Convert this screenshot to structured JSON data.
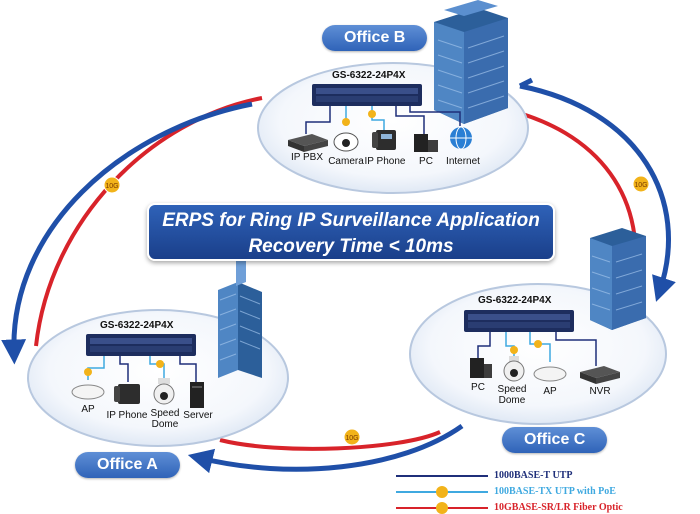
{
  "title": {
    "line1": "ERPS for Ring IP Surveillance Application",
    "line2": "Recovery Time < 10ms"
  },
  "offices": {
    "a": "Office A",
    "b": "Office B",
    "c": "Office C"
  },
  "switch_model": "GS-6322-24P4X",
  "link_badge": "10G",
  "devices": {
    "office_b": [
      "IP PBX",
      "Camera",
      "IP Phone",
      "PC",
      "Internet"
    ],
    "office_a": [
      "AP",
      "IP Phone",
      "Speed\nDome",
      "Server"
    ],
    "office_c": [
      "PC",
      "Speed\nDome",
      "AP",
      "NVR"
    ]
  },
  "legend": [
    {
      "label": "1000BASE-T UTP",
      "color": "#1f2f7a",
      "badge": false
    },
    {
      "label": "100BASE-TX UTP with PoE",
      "color": "#3fa9e0",
      "badge": true
    },
    {
      "label": "10GBASE-SR/LR Fiber Optic",
      "color": "#d8232a",
      "badge": true
    }
  ],
  "colors": {
    "office_label": "#2f63b8",
    "title_box": "#1f4a9e",
    "ring_blue": "#1f4fa8",
    "ring_red": "#d8232a",
    "copper": "#1f2f7a",
    "poe": "#3fa9e0",
    "badge": "#f2b31a"
  }
}
